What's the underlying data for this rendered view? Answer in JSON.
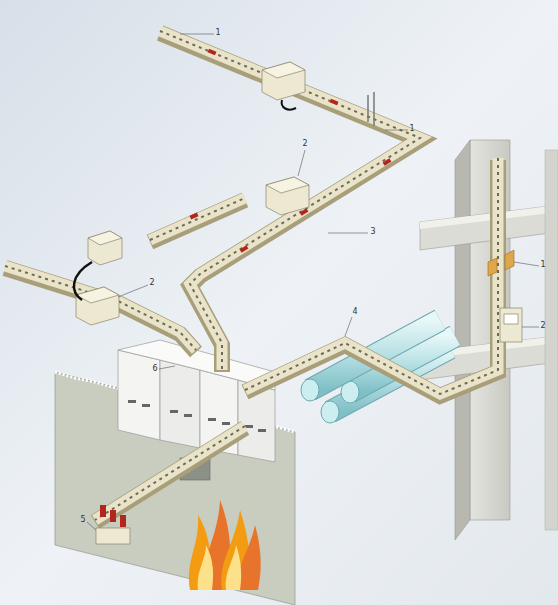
{
  "diagram": {
    "labels": [
      "1",
      "1",
      "2",
      "3",
      "1",
      "2",
      "4",
      "2",
      "6",
      "5"
    ]
  }
}
